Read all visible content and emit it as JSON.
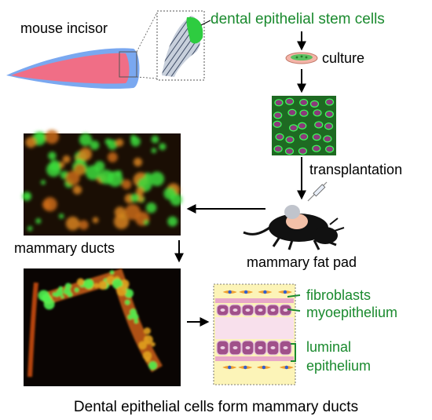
{
  "labels": {
    "mouse_incisor": "mouse incisor",
    "stem_cells": "dental epithelial stem cells",
    "culture": "culture",
    "transplantation": "transplantation",
    "mammary_fat_pad": "mammary fat pad",
    "mammary_ducts": "mammary ducts",
    "fibroblasts": "fibroblasts",
    "myoepithelium": "myoepithelium",
    "luminal_line1": "luminal",
    "luminal_line2": "epithelium",
    "caption": "Dental epithelial cells form mammary ducts"
  },
  "colors": {
    "label_green": "#1a8a2e",
    "incisor_pink": "#f06e86",
    "incisor_blue": "#7aa8f0",
    "stem_green": "#2ecc40",
    "fibroblast_orange": "#f0a030",
    "myoepithelium_purple": "#a0508a",
    "tissue_yellow": "#fcf4b8"
  },
  "icons": {
    "incisor": "incisor-shape",
    "petri_dish": "petri-dish-icon",
    "mouse": "mouse-silhouette-icon",
    "syringe": "syringe-icon"
  }
}
